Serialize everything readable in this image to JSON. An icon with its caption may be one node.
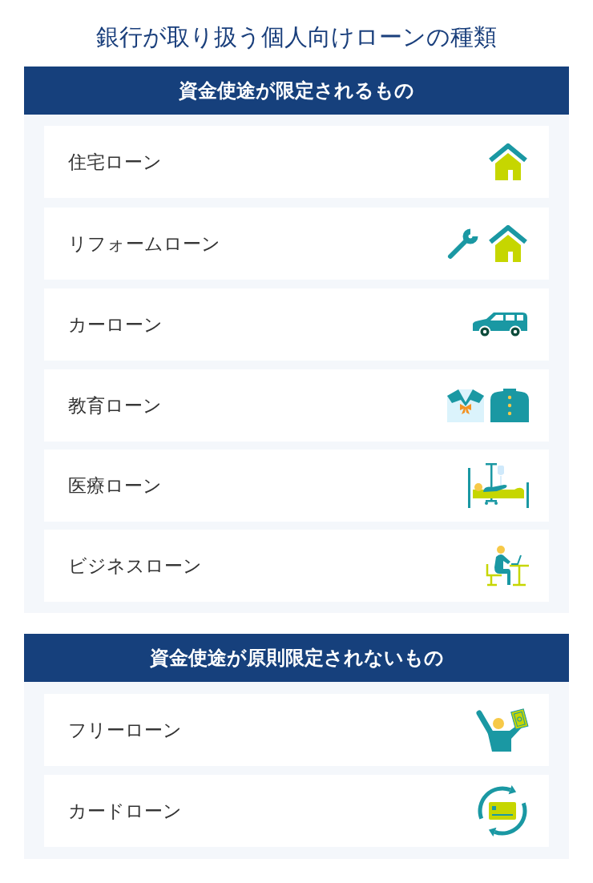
{
  "diagram": {
    "title": "銀行が取り扱う個人向けローンの種類",
    "nodes": [
      {
        "text": [
          "資金使途が限定されるもの"
        ]
      },
      {
        "text": [
          "住宅ローン"
        ],
        "in": 0
      },
      {
        "text": [
          "リフォームローン"
        ],
        "in": 0
      },
      {
        "text": [
          "カーローン"
        ],
        "in": 0
      },
      {
        "text": [
          "教育ローン"
        ],
        "in": 0
      },
      {
        "text": [
          "医療ローン"
        ],
        "in": 0
      },
      {
        "text": [
          "ビジネスローン"
        ],
        "in": 0
      },
      {
        "text": [
          "資金使途が原則限定されないもの"
        ]
      },
      {
        "text": [
          "フリーローン"
        ],
        "in": 7
      },
      {
        "text": [
          "カードローン"
        ],
        "in": 7
      }
    ]
  }
}
